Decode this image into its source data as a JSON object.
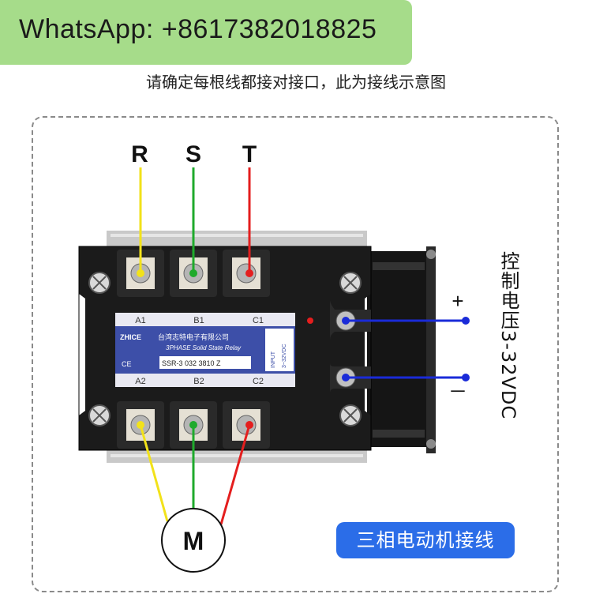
{
  "banner": {
    "text": "WhatsApp: +8617382018825"
  },
  "instruction": "请确定每根线都接对接口，此为接线示意图",
  "phases_in": [
    "R",
    "S",
    "T"
  ],
  "relay": {
    "top_terminals": [
      "A1",
      "B1",
      "C1"
    ],
    "bottom_terminals": [
      "A2",
      "B2",
      "C2"
    ],
    "brand_logo": "ZHICE",
    "company": "台湾志特电子有限公司",
    "product": "3PHASE Solid State Relay",
    "model": "SSR-3  032  3810  Z",
    "input_title": "INPUT",
    "input_range": "3~32VDC",
    "ce_mark": "CE"
  },
  "control": {
    "plus": "+",
    "minus": "－",
    "label": "控制电压3-32VDC"
  },
  "motor_label": "M",
  "tag": "三相电动机接线",
  "colors": {
    "wire_r": "#f2e21a",
    "wire_s": "#1faa2c",
    "wire_t": "#e41e1e",
    "control_wire": "#1a2bd8",
    "label_plate": "#3d4fa8",
    "tag_bg": "#2b6de8",
    "banner_bg": "#a6dc8a"
  }
}
